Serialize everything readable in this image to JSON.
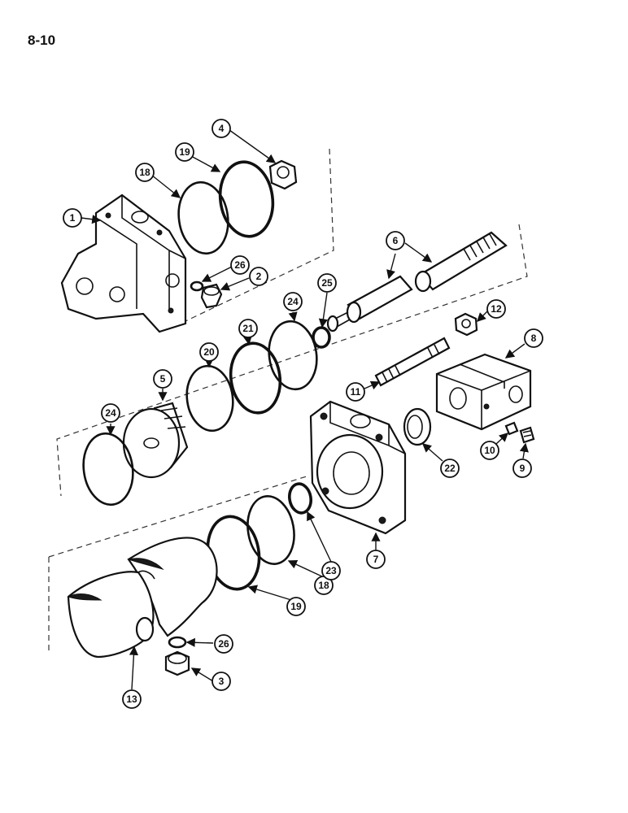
{
  "page_label": "8-10",
  "callouts": [
    "1",
    "2",
    "3",
    "4",
    "5",
    "6",
    "6",
    "7",
    "8",
    "9",
    "10",
    "11",
    "12",
    "13",
    "18",
    "18",
    "19",
    "19",
    "20",
    "21",
    "22",
    "23",
    "24",
    "24",
    "25",
    "26",
    "26"
  ]
}
